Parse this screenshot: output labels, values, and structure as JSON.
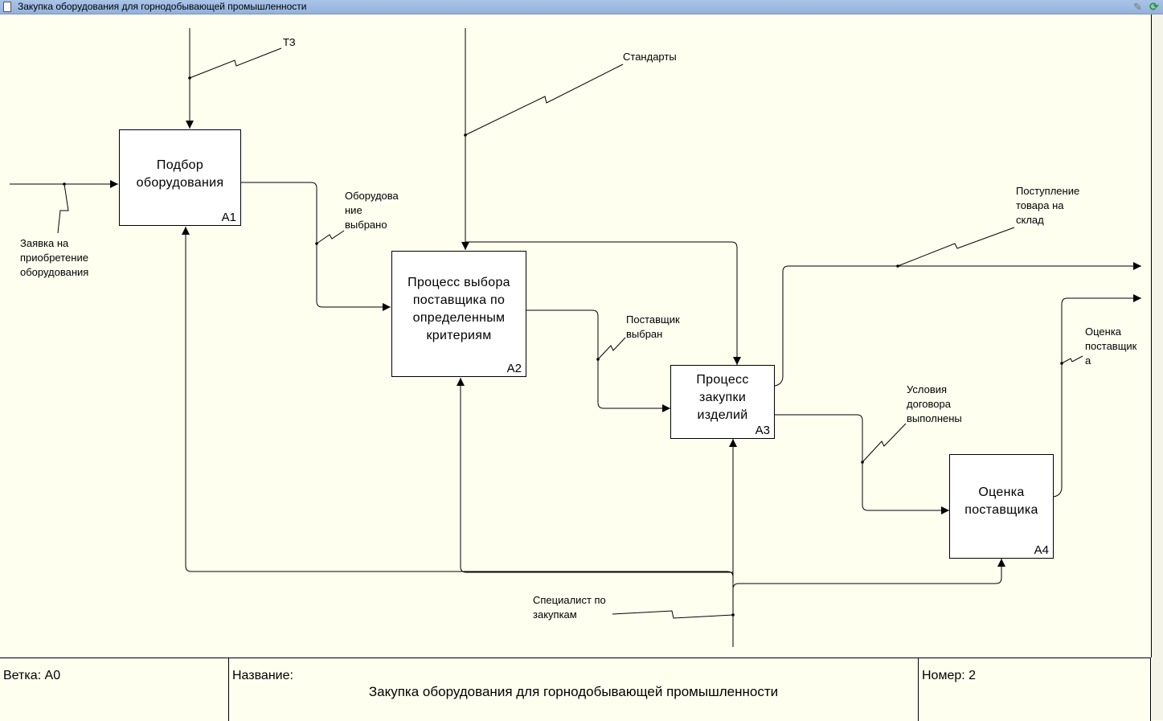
{
  "window": {
    "title": "Закупка оборудования для горнодобывающей промышленности",
    "doc_icon": "document-icon",
    "pin_icon": "pin-icon",
    "refresh_icon": "refresh-icon"
  },
  "boxes": [
    {
      "id": "A1",
      "label": "Подбор\nоборудования",
      "number": "A1"
    },
    {
      "id": "A2",
      "label": "Процесс выбора\nпоставщика по\nопределенным\nкритериям",
      "number": "A2"
    },
    {
      "id": "A3",
      "label": "Процесс\nзакупки\nизделий",
      "number": "A3"
    },
    {
      "id": "A4",
      "label": "Оценка\nпоставщика",
      "number": "A4"
    }
  ],
  "arrow_labels": {
    "tz": "ТЗ",
    "standards": "Стандарты",
    "request": "Заявка на\nприобретение\nоборудования",
    "equipment_selected": "Оборудова\nние\nвыбрано",
    "supplier_selected": "Поставщик\nвыбран",
    "goods_received": "Поступление\nтовара на\nсклад",
    "supplier_rating": "Оценка\nпоставщик\nа",
    "contract_fulfilled": "Условия\nдоговора\nвыполнены",
    "specialist": "Специалист по\nзакупкам"
  },
  "footer": {
    "branch_label": "Ветка:",
    "branch_value": "A0",
    "name_label": "Название:",
    "name_value": "Закупка оборудования для горнодобывающей промышленности",
    "number_label": "Номер:",
    "number_value": "2"
  },
  "colors": {
    "background": "#fffff0",
    "titlebar": "#9fbbe2",
    "line": "#000000"
  }
}
